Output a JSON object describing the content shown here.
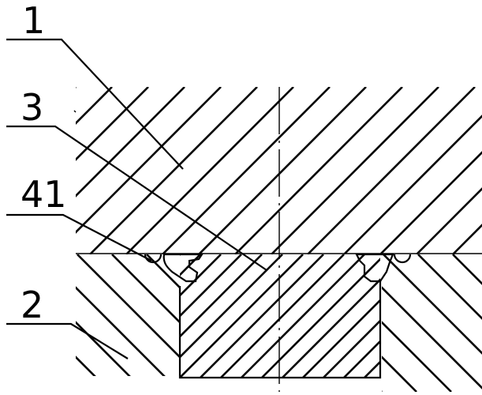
{
  "figure": {
    "labels": {
      "part_1": "1",
      "part_3": "3",
      "part_41": "41",
      "part_2": "2"
    }
  }
}
